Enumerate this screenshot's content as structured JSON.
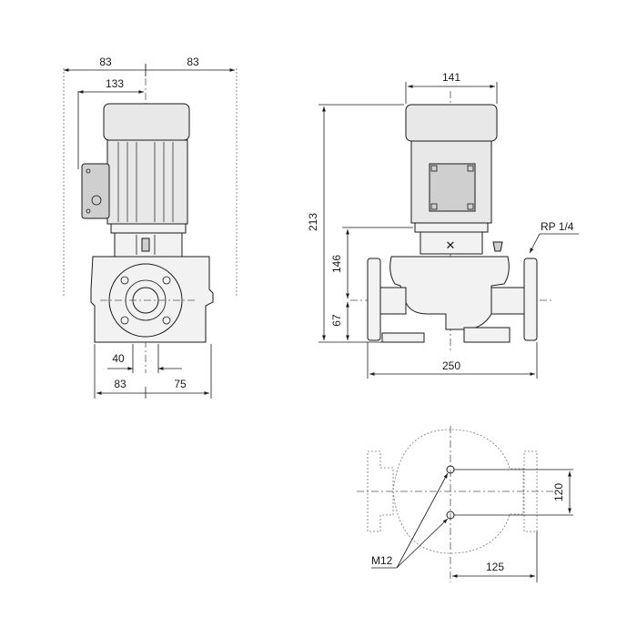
{
  "dimensions": {
    "side_top_left": "83",
    "side_top_right": "83",
    "side_motor_offset": "133",
    "side_outlet": "40",
    "side_bottom_left": "83",
    "side_bottom_right": "75",
    "front_motor_width": "141",
    "front_total_height": "213",
    "front_flange_height": "146",
    "front_pipe_height": "67",
    "front_length": "250",
    "front_port_label": "RP 1/4",
    "base_bolt_spacing": "120",
    "base_bolt_offset": "125",
    "base_bolt_thread": "M12"
  }
}
